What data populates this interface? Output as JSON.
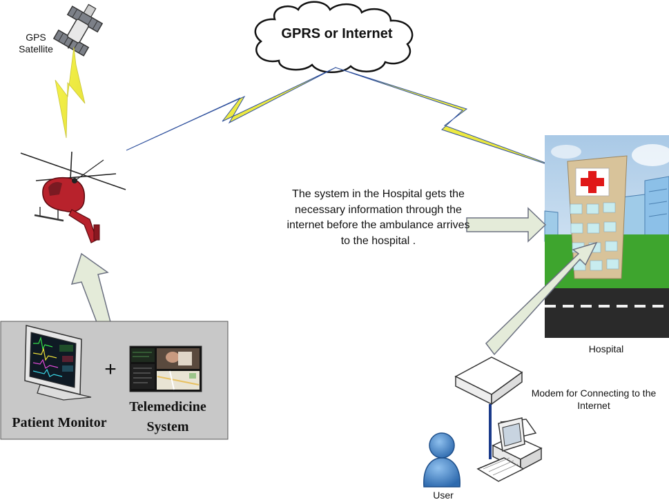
{
  "labels": {
    "gps": "GPS Satellite",
    "cloud": "GPRS or Internet",
    "info": "The system in the Hospital gets the necessary information through the internet before the ambulance arrives to the hospital .",
    "hospital": "Hospital",
    "modem": "Modem for Connecting to the Internet",
    "user": "User",
    "plus": "+",
    "patient_monitor": "Patient Monitor",
    "telemedicine": "Telemedicine System"
  },
  "colors": {
    "arrow_fill": "#e4ebd9",
    "arrow_stroke": "#6b7080",
    "bolt_fill": "#f5f23a",
    "bolt_stroke": "#2d4f9c",
    "panel_bg": "#c8c8c8",
    "helicopter": "#b8222c",
    "hospital_building": "#d8c39a",
    "user_blue": "#4f8fcf"
  }
}
